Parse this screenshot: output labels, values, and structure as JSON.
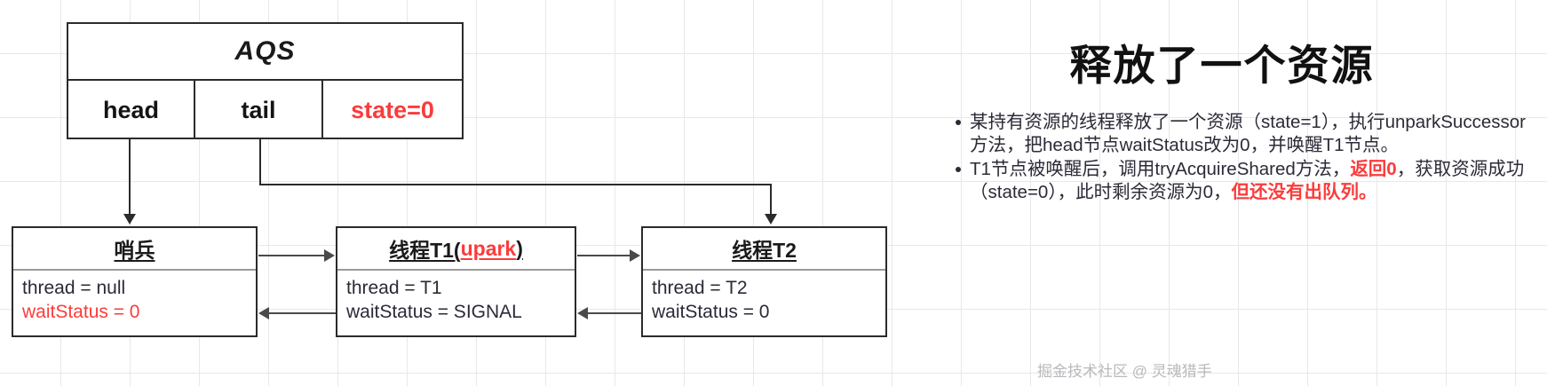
{
  "diagram": {
    "aqs": {
      "title": "AQS",
      "fields": [
        {
          "label": "head",
          "color": "#141414"
        },
        {
          "label": "tail",
          "color": "#141414"
        },
        {
          "label": "state=0",
          "color": "#fb3b3b"
        }
      ]
    },
    "nodes": [
      {
        "id": "sentinel",
        "header": "哨兵",
        "header_suffix": "",
        "lines": [
          {
            "text": "thread = null",
            "color": "#2a2a38"
          },
          {
            "text": "waitStatus = 0",
            "color": "#fb3b3b"
          }
        ]
      },
      {
        "id": "t1",
        "header": "线程T1(",
        "header_accent": "upark",
        "header_suffix": ")",
        "lines": [
          {
            "text": "thread = T1",
            "color": "#2a2a38"
          },
          {
            "text": "waitStatus = SIGNAL",
            "color": "#2a2a38"
          }
        ]
      },
      {
        "id": "t2",
        "header": "线程T2",
        "header_suffix": "",
        "lines": [
          {
            "text": "thread = T2",
            "color": "#2a2a38"
          },
          {
            "text": "waitStatus = 0",
            "color": "#2a2a38"
          }
        ]
      }
    ]
  },
  "panel": {
    "title": "释放了一个资源",
    "bullets": [
      {
        "segments": [
          {
            "text": "某持有资源的线程释放了一个资源（state=1），执行unparkSuccessor方法，把head节点waitStatus改为0，并唤醒T1节点。",
            "style": "plain"
          }
        ]
      },
      {
        "segments": [
          {
            "text": "T1节点被唤醒后，调用tryAcquireShared方法，",
            "style": "plain"
          },
          {
            "text": "返回0",
            "style": "red-bold"
          },
          {
            "text": "，获取资源成功（state=0），此时剩余资源为0，",
            "style": "plain"
          },
          {
            "text": "但还没有出队列。",
            "style": "red-bold"
          }
        ]
      }
    ]
  },
  "watermark": "掘金技术社区 @ 灵魂猎手",
  "colors": {
    "accent_red": "#fb3b3b",
    "text": "#2b2b38",
    "border": "#2b2b2b",
    "grid": "#e8e8ea"
  }
}
